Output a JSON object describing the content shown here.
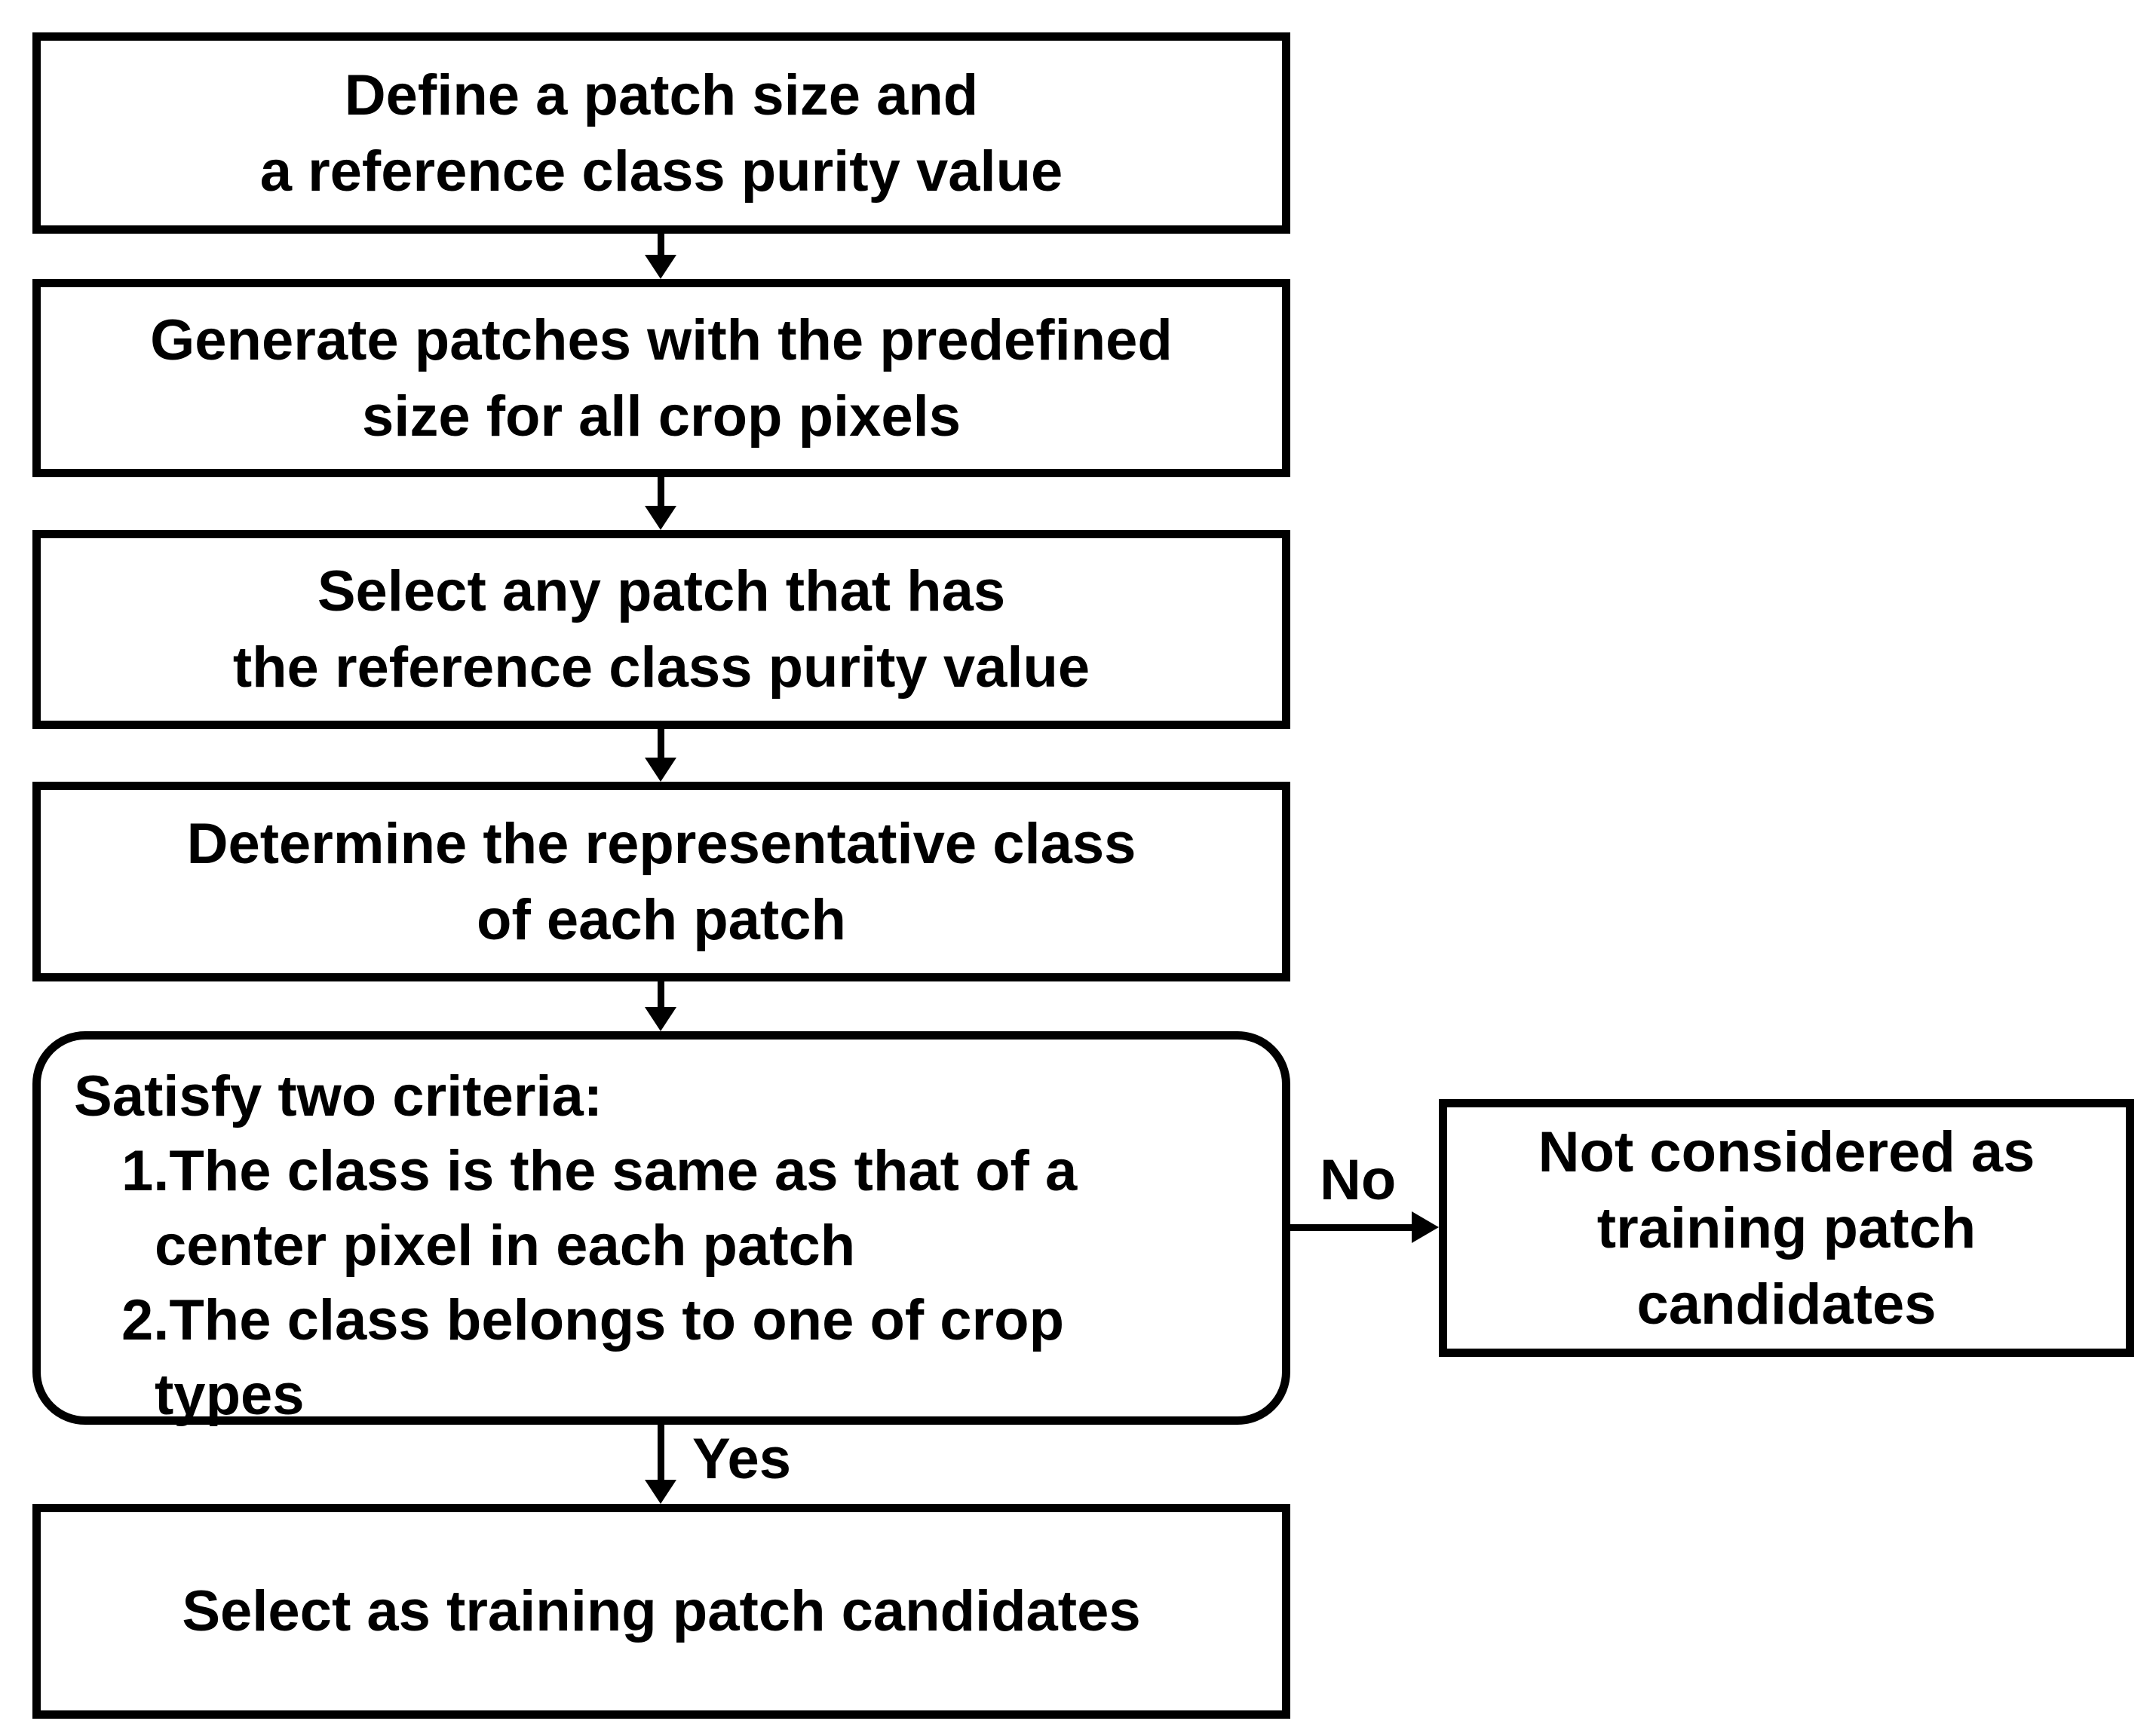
{
  "figure": {
    "type": "flowchart",
    "background_color": "#ffffff",
    "line_color": "#000000",
    "text_color": "#000000"
  },
  "nodes": {
    "define": {
      "shape": "rectangle",
      "lines": [
        "Define a patch size and",
        "a reference class purity value"
      ]
    },
    "generate": {
      "shape": "rectangle",
      "lines": [
        "Generate patches with the predefined",
        "size for all crop pixels"
      ]
    },
    "select_patch": {
      "shape": "rectangle",
      "lines": [
        "Select any patch that has",
        "the reference class purity value"
      ]
    },
    "determine": {
      "shape": "rectangle",
      "lines": [
        "Determine the representative class",
        "of each patch"
      ]
    },
    "criteria": {
      "shape": "rounded-rectangle",
      "lines": [
        "Satisfy two criteria:",
        "1.The class is the same as that of a",
        "center pixel in each patch",
        "2.The class belongs to one of crop",
        "types"
      ]
    },
    "not_considered": {
      "shape": "rectangle",
      "lines": [
        "Not considered as",
        "training patch",
        "candidates"
      ]
    },
    "select_candidates": {
      "shape": "rectangle",
      "lines": [
        "Select as training patch candidates"
      ]
    }
  },
  "edges": {
    "yes_label": "Yes",
    "no_label": "No",
    "connections": [
      {
        "from": "define",
        "to": "generate",
        "label": ""
      },
      {
        "from": "generate",
        "to": "select_patch",
        "label": ""
      },
      {
        "from": "select_patch",
        "to": "determine",
        "label": ""
      },
      {
        "from": "determine",
        "to": "criteria",
        "label": ""
      },
      {
        "from": "criteria",
        "to": "select_candidates",
        "label": "Yes"
      },
      {
        "from": "criteria",
        "to": "not_considered",
        "label": "No"
      }
    ]
  }
}
